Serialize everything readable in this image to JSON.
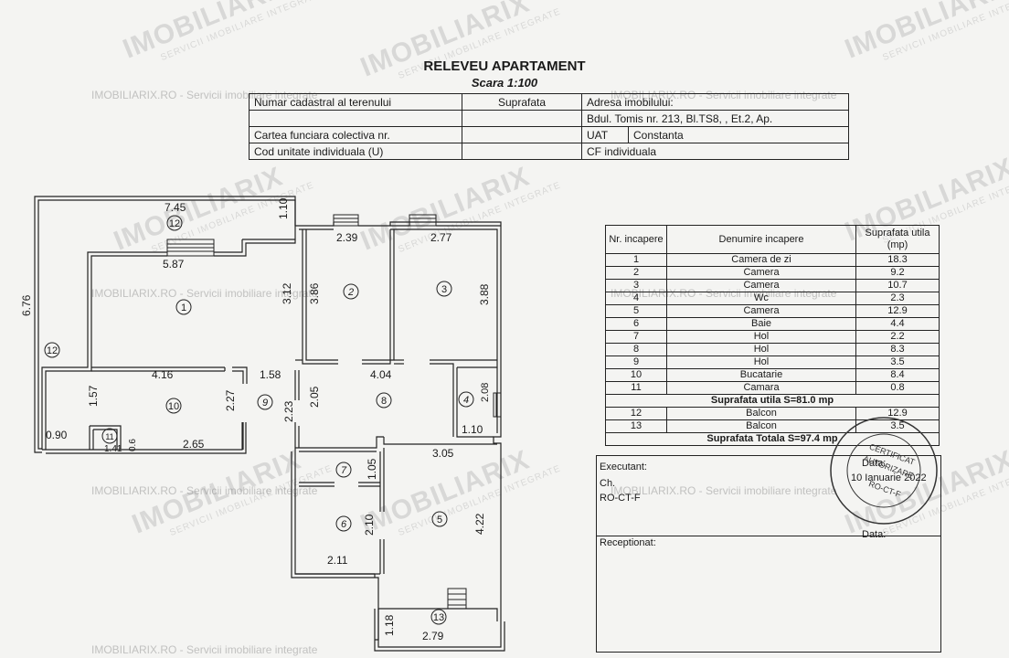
{
  "watermark": {
    "brand": "IMOBILIARIX",
    "tagline": "SERVICII IMOBILIARE INTEGRATE",
    "text_line": "IMOBILIARIX.RO - Servicii imobiliare integrate"
  },
  "header": {
    "title": "RELEVEU APARTAMENT",
    "scale": "Scara 1:100"
  },
  "info_table": {
    "cadastral_label": "Numar cadastral al terenului",
    "surface_label": "Suprafata",
    "address_label": "Adresa imobilului:",
    "address_value": "Bdul. Tomis nr. 213, Bl.TS8,       , Et.2, Ap.",
    "land_book_label": "Cartea funciara colectiva nr.",
    "uat_label": "UAT",
    "uat_value": "Constanta",
    "unit_code_label": "Cod unitate individuala (U)",
    "cf_label": "CF individuala"
  },
  "rooms_table": {
    "col_nr": "Nr. incapere",
    "col_name": "Denumire incapere",
    "col_area": "Suprafata utila (mp)",
    "rooms": [
      {
        "nr": "1",
        "name": "Camera de zi",
        "area": "18.3"
      },
      {
        "nr": "2",
        "name": "Camera",
        "area": "9.2"
      },
      {
        "nr": "3",
        "name": "Camera",
        "area": "10.7"
      },
      {
        "nr": "4",
        "name": "Wc",
        "area": "2.3"
      },
      {
        "nr": "5",
        "name": "Camera",
        "area": "12.9"
      },
      {
        "nr": "6",
        "name": "Baie",
        "area": "4.4"
      },
      {
        "nr": "7",
        "name": "Hol",
        "area": "2.2"
      },
      {
        "nr": "8",
        "name": "Hol",
        "area": "8.3"
      },
      {
        "nr": "9",
        "name": "Hol",
        "area": "3.5"
      },
      {
        "nr": "10",
        "name": "Bucatarie",
        "area": "8.4"
      },
      {
        "nr": "11",
        "name": "Camara",
        "area": "0.8"
      }
    ],
    "useful_total": "Suprafata utila S=81.0 mp",
    "balconies": [
      {
        "nr": "12",
        "name": "Balcon",
        "area": "12.9"
      },
      {
        "nr": "13",
        "name": "Balcon",
        "area": "3.5"
      }
    ],
    "grand_total": "Suprafata Totala S=97.4 mp"
  },
  "signature_box": {
    "executant_label": "Executant:",
    "executant_name": "Ch.",
    "executant_code": "RO-CT-F",
    "date_label_1": "Data:",
    "date_value": "10 Ianuarie 2022",
    "receptionat_label": "Receptionat:",
    "date_label_2": "Data:"
  },
  "stamp": {
    "line1": "CERTIFICAT",
    "line2": "AUTORIZARE",
    "line3": "RO-CT-F"
  },
  "floor_plan": {
    "dimensions": {
      "d_745": "7.45",
      "d_587": "5.87",
      "d_110_top": "1.10",
      "d_676": "6.76",
      "d_239": "2.39",
      "d_277": "2.77",
      "d_312": "3.12",
      "d_386": "3.86",
      "d_388": "3.88",
      "d_416": "4.16",
      "d_158": "1.58",
      "d_404": "4.04",
      "d_157": "1.57",
      "d_227": "2.27",
      "d_223": "2.23",
      "d_205": "2.05",
      "d_208": "2.08",
      "d_110_wc": "1.10",
      "d_090": "0.90",
      "d_141": "1.41",
      "d_06": "0.6",
      "d_265": "2.65",
      "d_305": "3.05",
      "d_105": "1.05",
      "d_422": "4.22",
      "d_210": "2.10",
      "d_211": "2.11",
      "d_118": "1.18",
      "d_279": "2.79"
    },
    "room_numbers": {
      "r1": "1",
      "r2": "2",
      "r3": "3",
      "r4": "4",
      "r5": "5",
      "r6": "6",
      "r7": "7",
      "r8": "8",
      "r9": "9",
      "r10": "10",
      "r11": "11",
      "r12a": "12",
      "r12b": "12",
      "r13": "13"
    }
  }
}
